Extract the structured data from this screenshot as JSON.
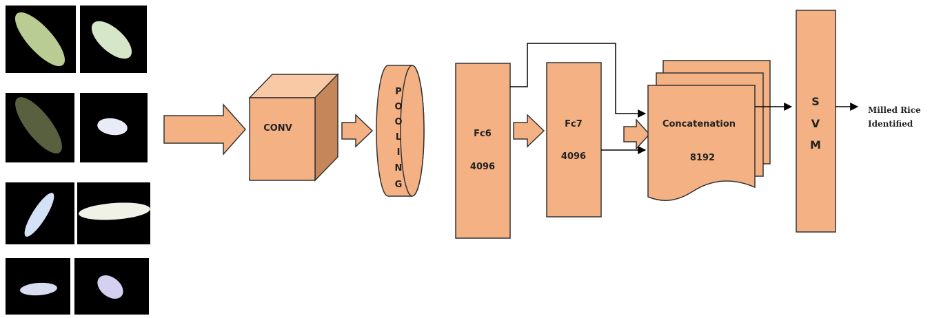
{
  "colors": {
    "block_fill": "#F4B183",
    "block_side": "#C5875A",
    "block_top": "#F8C9A4",
    "outline": "#333333",
    "image_background": "#000000"
  },
  "input_images": [
    {
      "grain": "green-elongated-grain"
    },
    {
      "grain": "pale-green-grain"
    },
    {
      "grain": "dark-olive-grain"
    },
    {
      "grain": "white-small-grain"
    },
    {
      "grain": "white-thin-diagonal-grain"
    },
    {
      "grain": "white-long-horizontal-grain"
    },
    {
      "grain": "white-short-grain"
    },
    {
      "grain": "lavender-round-grain"
    }
  ],
  "conv": {
    "label": "CONV"
  },
  "pooling": {
    "letters": [
      "P",
      "O",
      "O",
      "L",
      "I",
      "N",
      "G"
    ]
  },
  "fc6": {
    "name": "Fc6",
    "size": "4096"
  },
  "fc7": {
    "name": "Fc7",
    "size": "4096"
  },
  "concat": {
    "name": "Concatenation",
    "size": "8192"
  },
  "svm": {
    "letters": [
      "S",
      "V",
      "M"
    ]
  },
  "output": {
    "line1": "Milled Rice",
    "line2": "Identified"
  }
}
